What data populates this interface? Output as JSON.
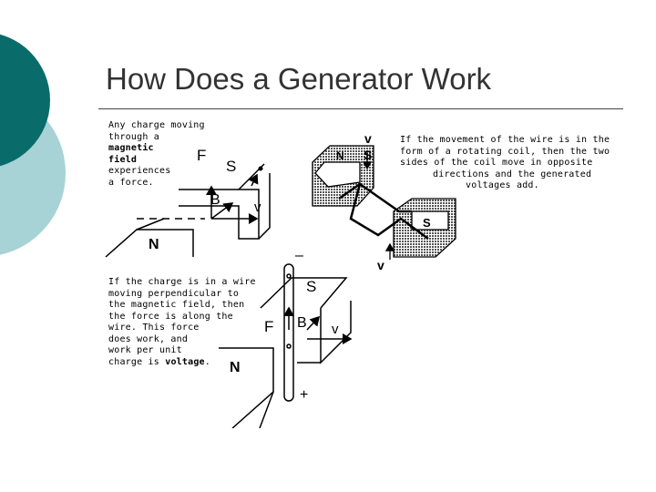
{
  "title": "How Does a Generator Work",
  "colors": {
    "deco_dark": "#0a6b6b",
    "deco_light": "#a7d3d6",
    "title_text": "#333333"
  },
  "captions": {
    "force": {
      "line1": "Any charge moving",
      "line2": "through a",
      "bold1": "magnetic",
      "bold2": "field",
      "line3": "experiences",
      "line4": "a force."
    },
    "wire": {
      "line1": "If the charge is in a wire",
      "line2": "moving perpendicular to",
      "line3": "the magnetic field, then",
      "line4": "the force is along the",
      "line5": "wire. This force",
      "line6": "does work, and",
      "line7": "work per unit",
      "line8_pre": "charge is ",
      "line8_bold": "voltage",
      "line8_post": "."
    },
    "coil": {
      "line1": "If the movement of the wire is in the",
      "line2": "form of a rotating coil, then the two",
      "line3": "sides of the coil move in opposite",
      "line4": "directions and the generated",
      "line5": "voltages add."
    }
  },
  "labels": {
    "F": "F",
    "S": "S",
    "B": "B",
    "v": "v",
    "N": "N",
    "minus": "–",
    "plus": "+"
  },
  "icons": {
    "deco": "corner-circles-decoration"
  }
}
